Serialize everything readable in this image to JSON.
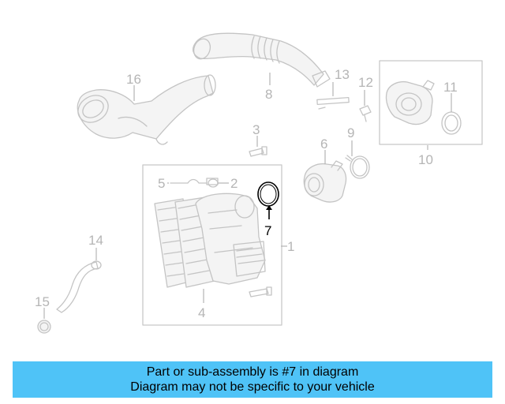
{
  "callouts": {
    "c1": "1",
    "c2": "2",
    "c3": "3",
    "c4": "4",
    "c5": "5",
    "c6": "6",
    "c7": "7",
    "c8": "8",
    "c9": "9",
    "c10": "10",
    "c11": "11",
    "c12": "12",
    "c13": "13",
    "c14": "14",
    "c15": "15",
    "c16": "16"
  },
  "highlight": {
    "part_number": "7",
    "color": "#000000"
  },
  "banner": {
    "line1": "Part or sub-assembly is #7 in diagram",
    "line2": "Diagram may not be specific to your vehicle",
    "color": "#4fc3f7"
  }
}
